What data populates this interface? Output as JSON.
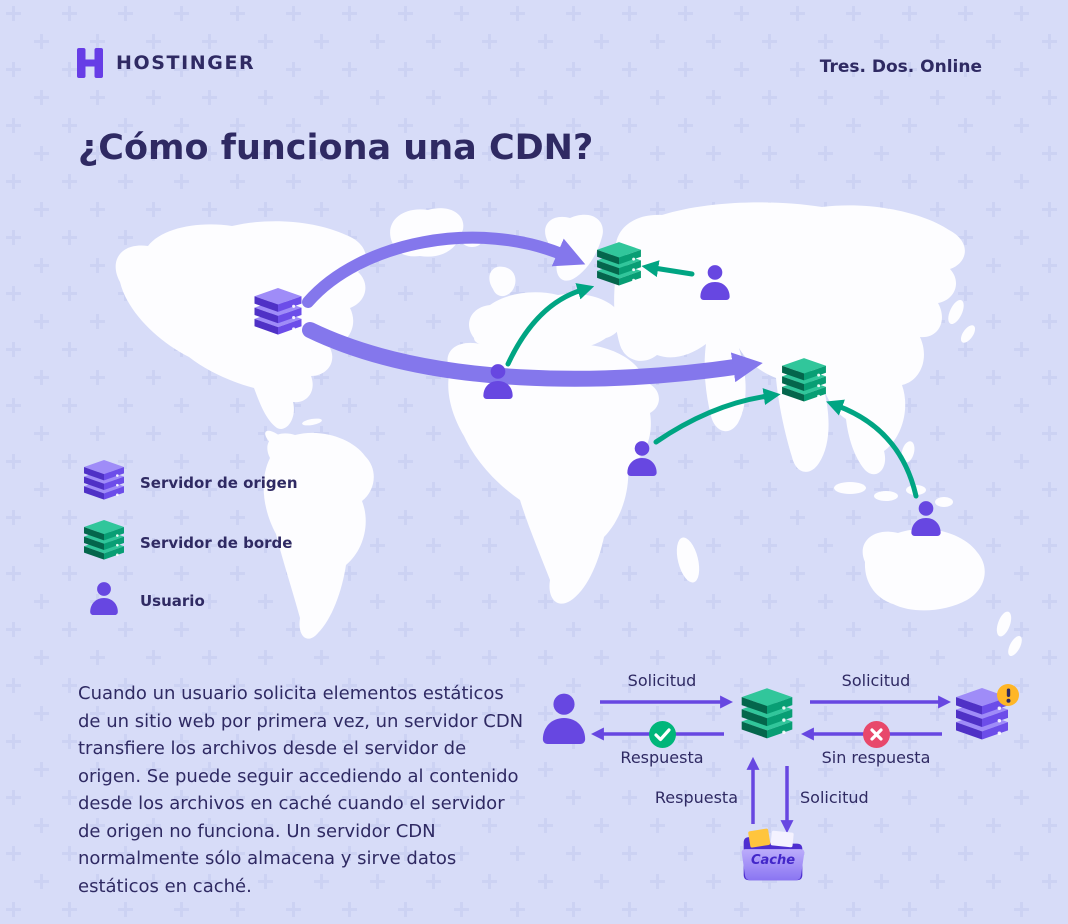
{
  "header": {
    "brand": "HOSTINGER",
    "tagline": "Tres. Dos. Online"
  },
  "title": "¿Cómo funciona una CDN?",
  "legend": {
    "items": [
      {
        "icon": "origin-server-icon",
        "label": "Servidor de origen"
      },
      {
        "icon": "edge-server-icon",
        "label": "Servidor de borde"
      },
      {
        "icon": "user-icon",
        "label": "Usuario"
      }
    ]
  },
  "map": {
    "origin_servers": 1,
    "edge_servers": 2,
    "users": 4
  },
  "description": "Cuando un usuario solicita elementos estáticos de un sitio web por primera vez, un servidor CDN transfiere los archivos desde el servidor de origen. Se puede seguir accediendo al contenido desde los archivos en caché cuando el servidor de origen no funciona. Un servidor CDN normalmente sólo almacena y sirve datos estáticos en caché.",
  "flow": {
    "user_to_edge_request": "Solicitud",
    "edge_to_user_response": "Respuesta",
    "edge_to_origin_request": "Solicitud",
    "origin_no_response": "Sin respuesta",
    "cache_to_edge_response": "Respuesta",
    "edge_to_cache_request": "Solicitud",
    "cache_label": "Cache"
  },
  "colors": {
    "background": "#d7dcf8",
    "text_navy": "#2f2a63",
    "brand_purple": "#673de6",
    "arrow_purple": "#8477ec",
    "edge_green": "#00a583",
    "success_green": "#00b67a",
    "error_red": "#e8486b",
    "warning_yellow": "#ffb627",
    "map_land": "#fdfdff"
  }
}
